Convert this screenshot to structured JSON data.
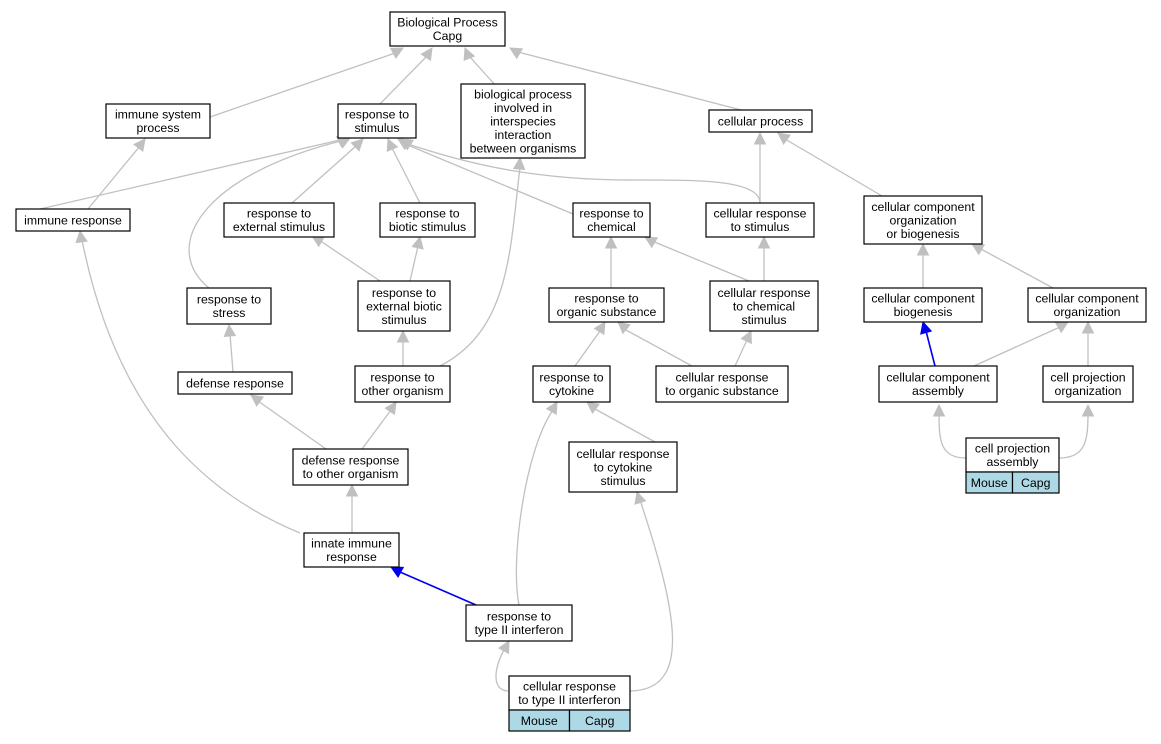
{
  "graph": {
    "nodes": {
      "root": [
        "Biological Process",
        "Capg"
      ],
      "immune_system_process": [
        "immune system",
        "process"
      ],
      "response_to_stimulus": [
        "response to",
        "stimulus"
      ],
      "bp_interspecies": [
        "biological process",
        "involved in",
        "interspecies",
        "interaction",
        "between organisms"
      ],
      "cellular_process": [
        "cellular process"
      ],
      "immune_response": [
        "immune response"
      ],
      "response_to_external_stimulus": [
        "response to",
        "external stimulus"
      ],
      "response_to_biotic_stimulus": [
        "response to",
        "biotic stimulus"
      ],
      "response_to_chemical": [
        "response to",
        "chemical"
      ],
      "cellular_response_to_stimulus": [
        "cellular response",
        "to stimulus"
      ],
      "cc_org_or_biogenesis": [
        "cellular component",
        "organization",
        "or biogenesis"
      ],
      "response_to_stress": [
        "response to",
        "stress"
      ],
      "response_to_external_biotic_stimulus": [
        "response to",
        "external biotic",
        "stimulus"
      ],
      "response_to_organic_substance": [
        "response to",
        "organic substance"
      ],
      "cellular_response_to_chemical_stimulus": [
        "cellular response",
        "to chemical",
        "stimulus"
      ],
      "cc_biogenesis": [
        "cellular component",
        "biogenesis"
      ],
      "cc_organization": [
        "cellular component",
        "organization"
      ],
      "defense_response": [
        "defense response"
      ],
      "response_to_other_organism": [
        "response to",
        "other organism"
      ],
      "response_to_cytokine": [
        "response to",
        "cytokine"
      ],
      "cellular_response_to_organic_substance": [
        "cellular response",
        "to organic substance"
      ],
      "cc_assembly": [
        "cellular component",
        "assembly"
      ],
      "cell_projection_organization": [
        "cell projection",
        "organization"
      ],
      "defense_response_to_other_organism": [
        "defense response",
        "to other organism"
      ],
      "cellular_response_to_cytokine_stimulus": [
        "cellular response",
        "to cytokine",
        "stimulus"
      ],
      "cell_projection_assembly": [
        "cell projection",
        "assembly"
      ],
      "innate_immune_response": [
        "innate immune",
        "response"
      ],
      "response_to_type_ii_interferon": [
        "response to",
        "type II interferon"
      ],
      "cellular_response_to_type_ii_interferon": [
        "cellular response",
        "to type II interferon"
      ]
    },
    "annotations": {
      "cell_projection_assembly": [
        "Mouse",
        "Capg"
      ],
      "cellular_response_to_type_ii_interferon": [
        "Mouse",
        "Capg"
      ]
    },
    "colors": {
      "edge": "#c0c0c0",
      "highlight_edge": "#0000ee",
      "annotation_fill": "#add8e6",
      "node_border": "#000000"
    }
  }
}
